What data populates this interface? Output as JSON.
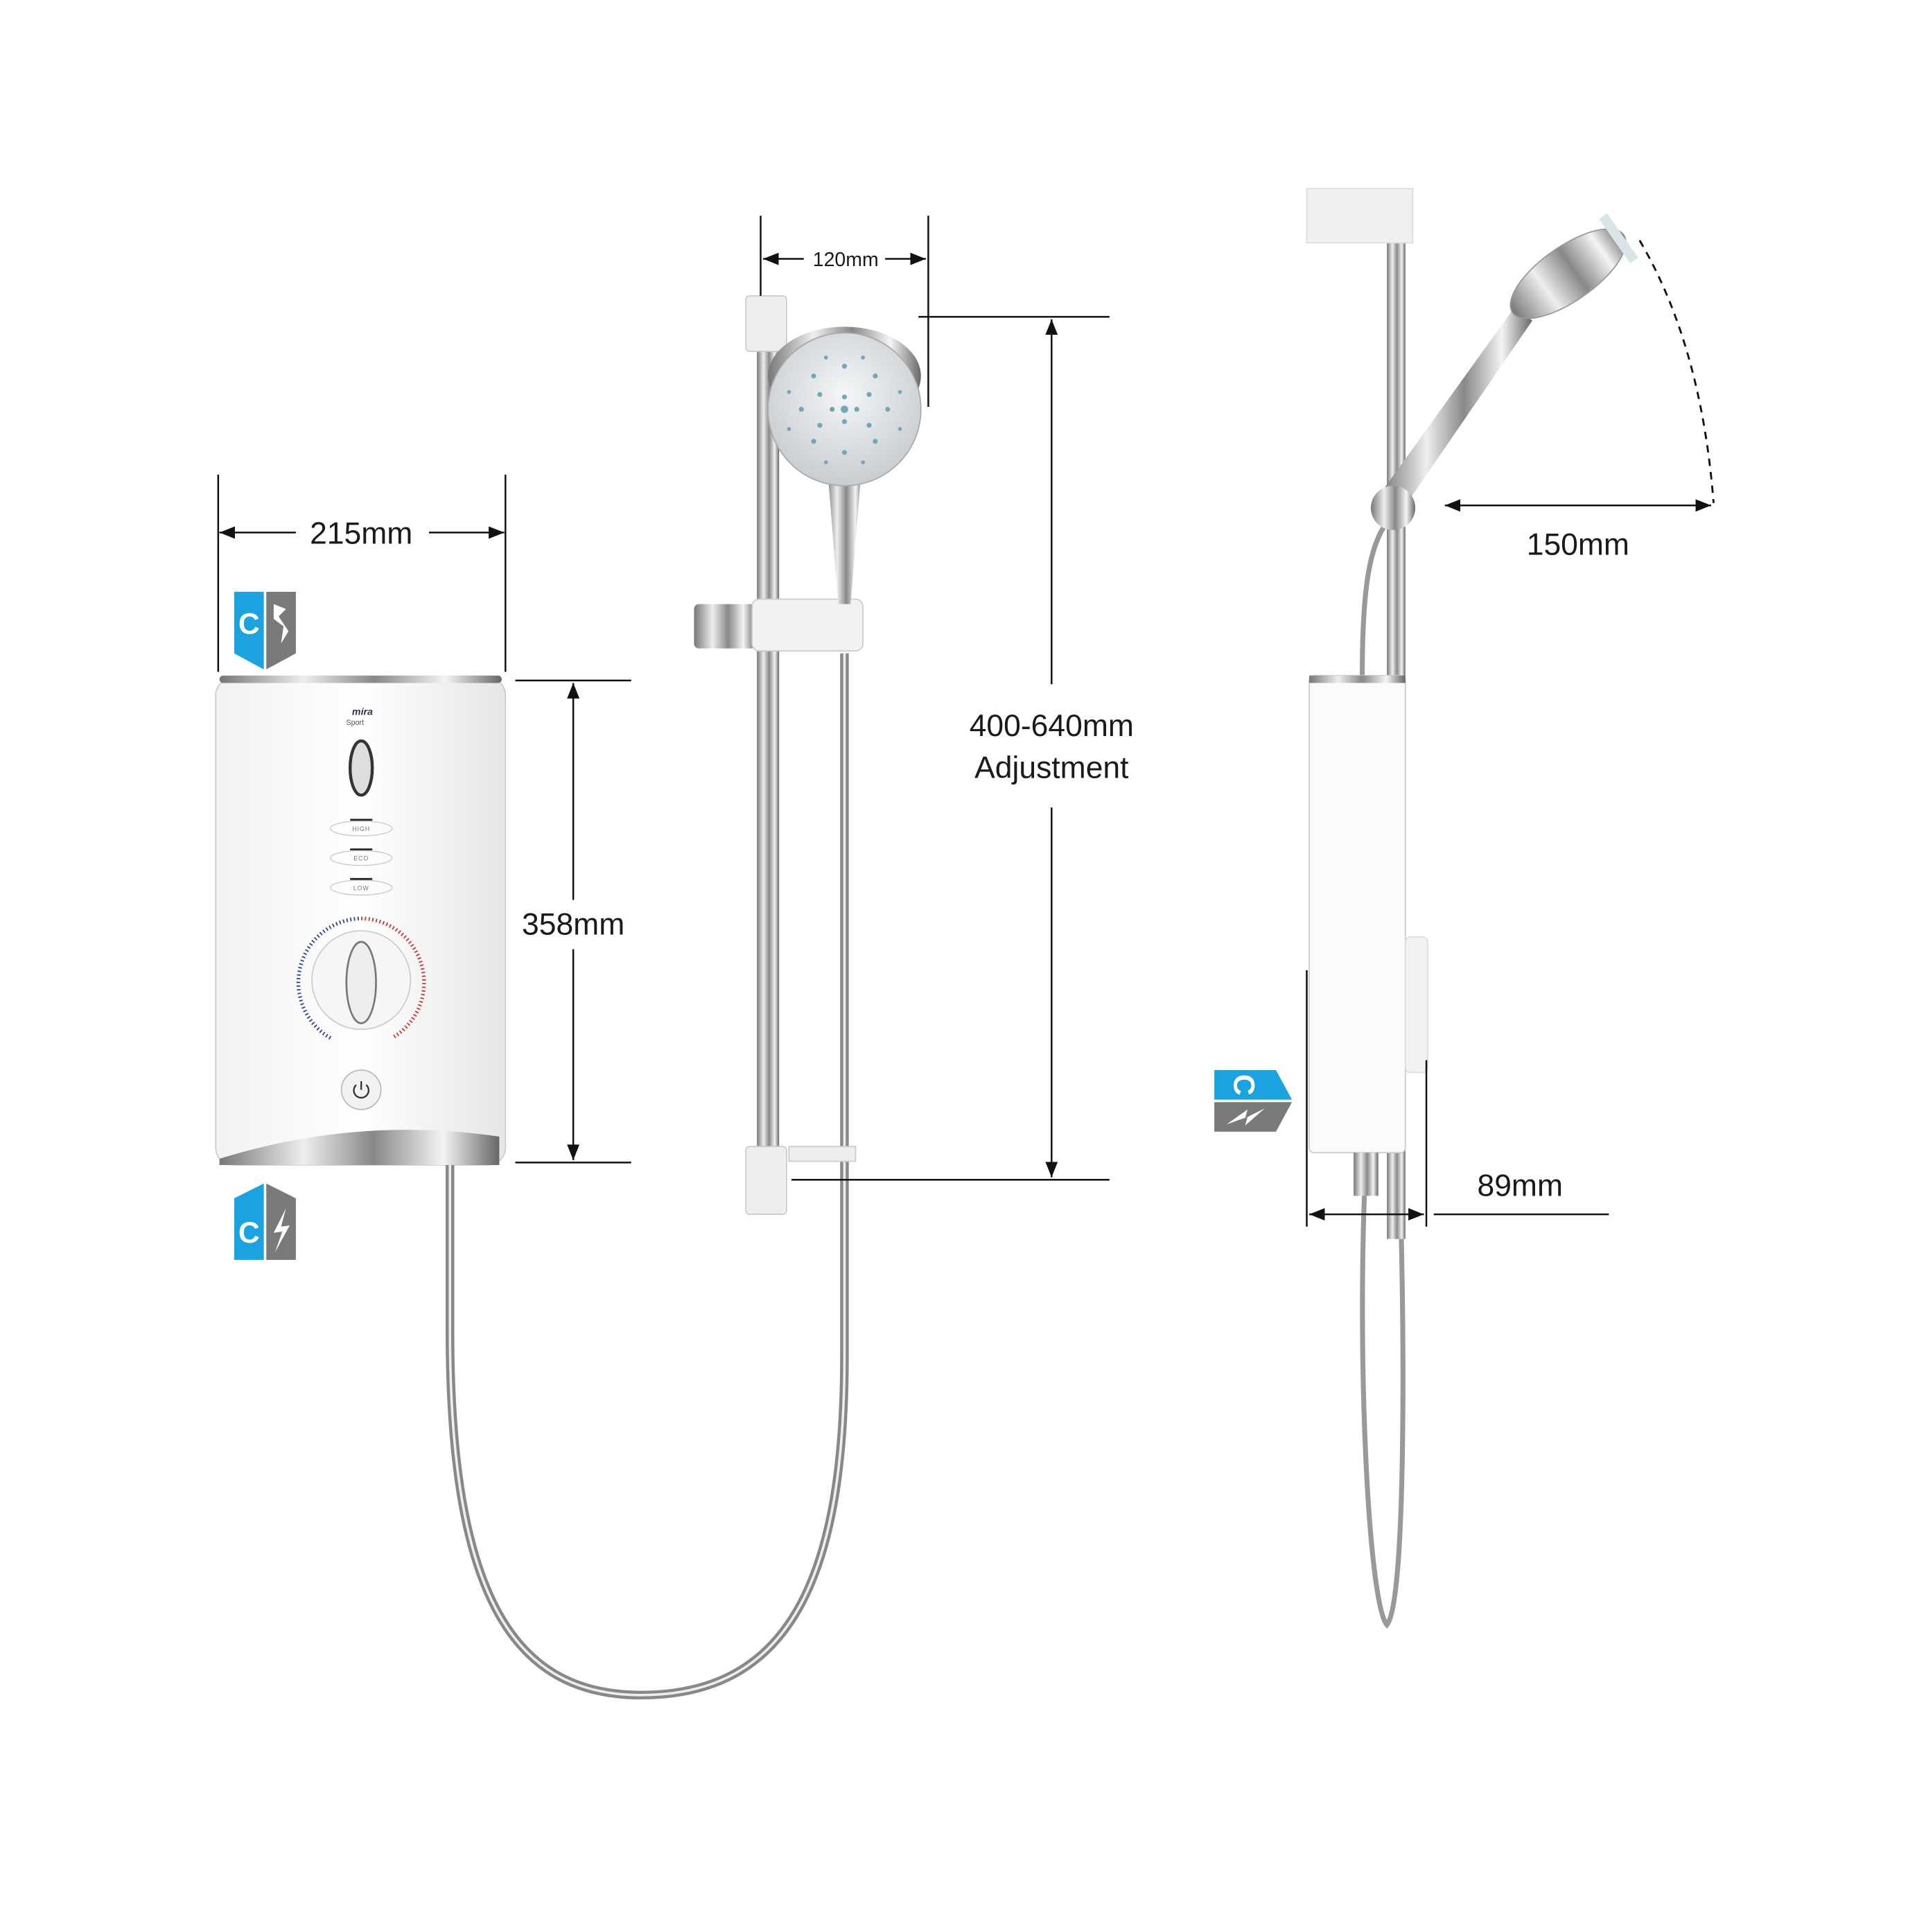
{
  "product": {
    "brand": "mira",
    "model": "Sport",
    "buttons": [
      "HIGH",
      "ECO",
      "LOW"
    ]
  },
  "dimensions": {
    "unit_width": "215mm",
    "unit_height": "358mm",
    "head_width": "120mm",
    "rail_adjustment_value": "400-640mm",
    "rail_adjustment_label": "Adjustment",
    "handset_reach": "150mm",
    "unit_depth": "89mm"
  },
  "badges": {
    "letter": "C",
    "icon": "lightning-bolt-icon",
    "colors": {
      "left": "#1aa3e0",
      "right": "#7a7a7a"
    }
  },
  "colors": {
    "indicator_cold": "#2a3f9a",
    "indicator_hot": "#d0312d",
    "line": "#111111"
  }
}
